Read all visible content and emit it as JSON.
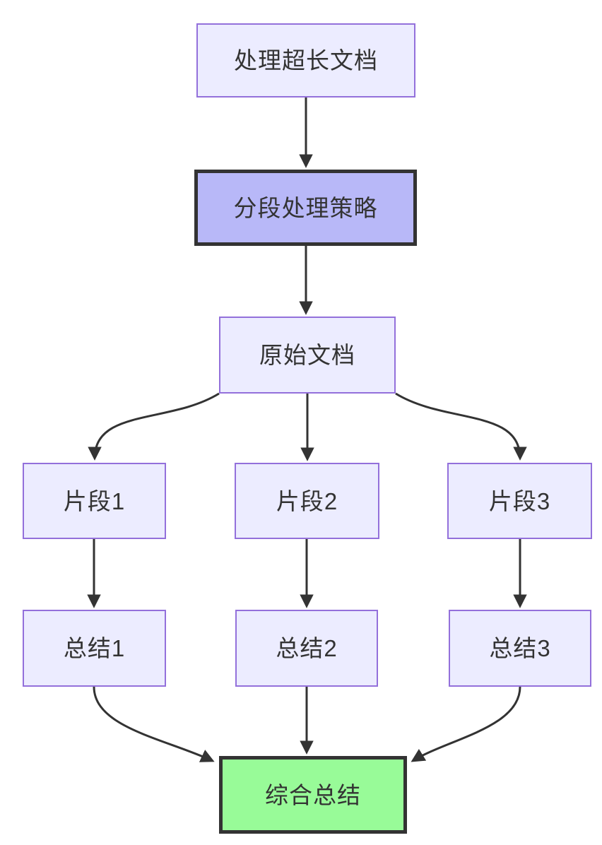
{
  "diagram": {
    "type": "flowchart",
    "direction": "top-down",
    "background": "#ffffff",
    "colors": {
      "node_fill": "#ECECFF",
      "node_border": "#9370DB",
      "strategy_fill": "#B8B8F8",
      "strategy_border": "#333333",
      "final_fill": "#98FB98",
      "final_border": "#333333",
      "edge_stroke": "#333333",
      "text": "#333333"
    },
    "nodes": [
      {
        "id": "doc",
        "label": "处理超长文档",
        "style": "default"
      },
      {
        "id": "strategy",
        "label": "分段处理策略",
        "style": "highlight-purple"
      },
      {
        "id": "original",
        "label": "原始文档",
        "style": "default"
      },
      {
        "id": "chunk1",
        "label": "片段1",
        "style": "default"
      },
      {
        "id": "chunk2",
        "label": "片段2",
        "style": "default"
      },
      {
        "id": "chunk3",
        "label": "片段3",
        "style": "default"
      },
      {
        "id": "summary1",
        "label": "总结1",
        "style": "default"
      },
      {
        "id": "summary2",
        "label": "总结2",
        "style": "default"
      },
      {
        "id": "summary3",
        "label": "总结3",
        "style": "default"
      },
      {
        "id": "final",
        "label": "综合总结",
        "style": "highlight-green"
      }
    ],
    "edges": [
      {
        "from": "doc",
        "to": "strategy"
      },
      {
        "from": "strategy",
        "to": "original"
      },
      {
        "from": "original",
        "to": "chunk1"
      },
      {
        "from": "original",
        "to": "chunk2"
      },
      {
        "from": "original",
        "to": "chunk3"
      },
      {
        "from": "chunk1",
        "to": "summary1"
      },
      {
        "from": "chunk2",
        "to": "summary2"
      },
      {
        "from": "chunk3",
        "to": "summary3"
      },
      {
        "from": "summary1",
        "to": "final"
      },
      {
        "from": "summary2",
        "to": "final"
      },
      {
        "from": "summary3",
        "to": "final"
      }
    ]
  }
}
